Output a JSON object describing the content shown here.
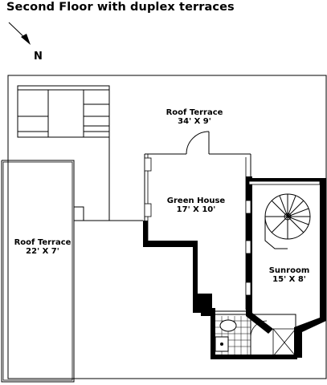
{
  "title": "Second Floor with duplex terraces",
  "compass": {
    "label": "N"
  },
  "rooms": [
    {
      "name": "Roof Terrace",
      "dims": "34' X 9'"
    },
    {
      "name": "Green House",
      "dims": "17' X 10'"
    },
    {
      "name": "Roof Terrace",
      "dims": "22' X 7'"
    },
    {
      "name": "Sunroom",
      "dims": "15' X 8'"
    }
  ]
}
